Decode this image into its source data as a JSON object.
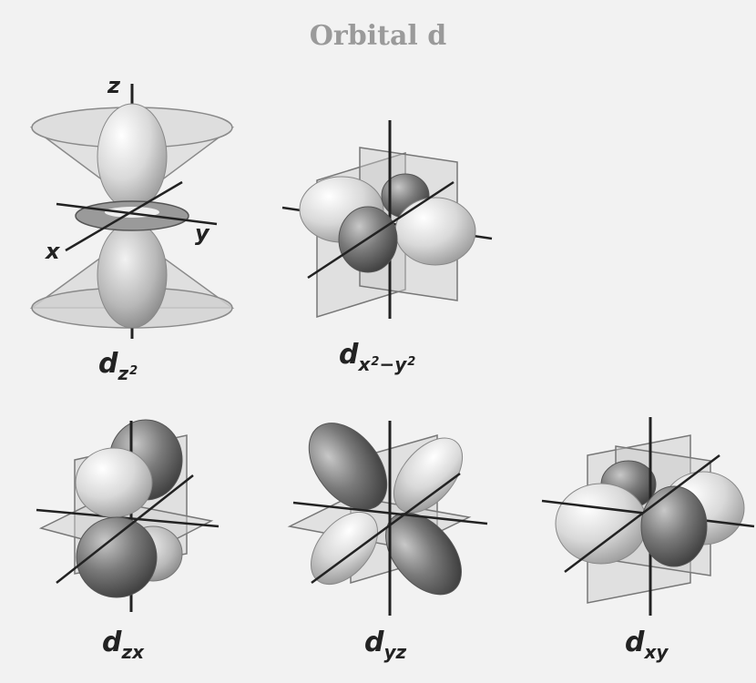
{
  "title": "Orbital d",
  "axes": {
    "z": "z",
    "x": "x",
    "y": "y"
  },
  "orbitals": {
    "dz2": {
      "base": "d",
      "sub": "z",
      "sup": "2"
    },
    "dx2y2": {
      "base": "d",
      "sub1": "x",
      "sup1": "2",
      "dash": "−",
      "sub2": "y",
      "sup2": "2"
    },
    "dzx": {
      "base": "d",
      "sub": "zx"
    },
    "dyz": {
      "base": "d",
      "sub": "yz"
    },
    "dxy": {
      "base": "d",
      "sub": "xy"
    }
  }
}
